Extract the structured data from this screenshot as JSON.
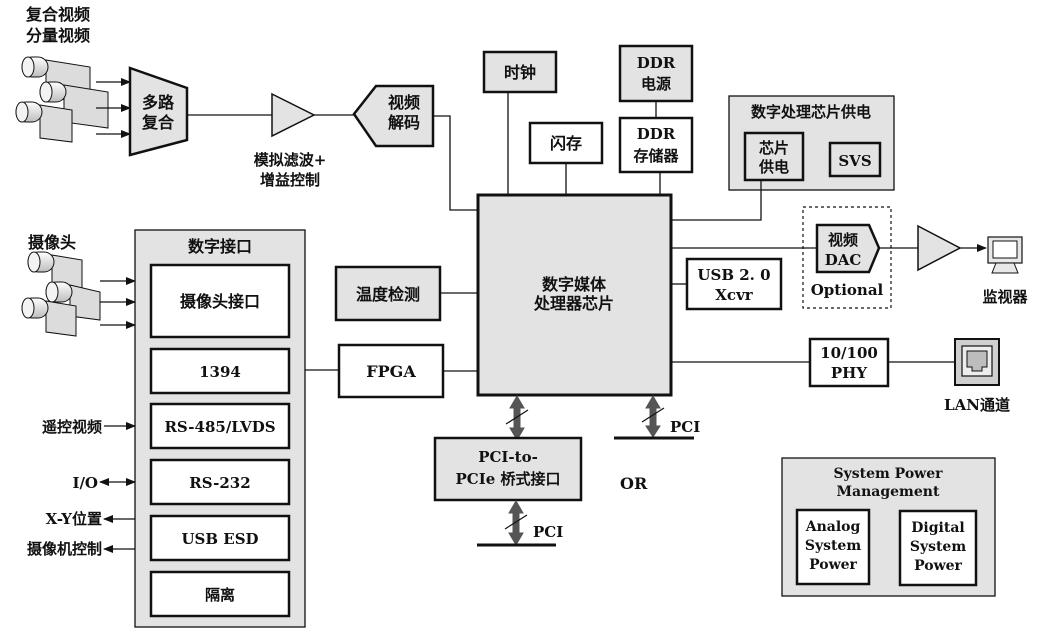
{
  "title": "数字媒体处理器芯片 系统框图",
  "colors": {
    "fill_gray": "#e3e3e3",
    "line": "#111111",
    "bus_arrow": "#555555"
  },
  "inputs": {
    "composite_video": [
      "复合视频",
      "分量视频"
    ],
    "camera": "摄像头",
    "remote_video": "遥控视频",
    "io": "I/O",
    "xy_position": "X-Y位置",
    "camera_control": "摄像机控制"
  },
  "analog_chain": {
    "mux": [
      "多路",
      "复合"
    ],
    "filter_label": [
      "模拟滤波+",
      "增益控制"
    ],
    "video_decoder": [
      "视频",
      "解码"
    ]
  },
  "peripherals": {
    "clock": "时钟",
    "flash": "闪存",
    "ddr_power": [
      "DDR",
      "电源"
    ],
    "ddr_memory": [
      "DDR",
      "存储器"
    ],
    "temp_sensor": "温度检测",
    "fpga": "FPGA",
    "usb": [
      "USB 2. 0",
      "Xcvr"
    ],
    "phy": [
      "10/100",
      "PHY"
    ],
    "lan": "LAN通道",
    "video_dac": [
      "视频",
      "DAC"
    ],
    "optional": "Optional",
    "monitor": "监视器"
  },
  "processor": [
    "数字媒体",
    "处理器芯片"
  ],
  "dsp_power": {
    "title": "数字处理芯片供电",
    "chip_power": [
      "芯片",
      "供电"
    ],
    "svs": "SVS"
  },
  "digital_interface": {
    "title": "数字接口",
    "items": [
      "摄像头接口",
      "1394",
      "RS-485/LVDS",
      "RS-232",
      "USB ESD",
      "隔离"
    ]
  },
  "pci": {
    "bridge": [
      "PCI-to-",
      "PCIe 桥式接口"
    ],
    "bus_label": "PCI",
    "or_label": "OR"
  },
  "system_power": {
    "title": [
      "System Power",
      "Management"
    ],
    "analog": [
      "Analog",
      "System",
      "Power"
    ],
    "digital": [
      "Digital",
      "System",
      "Power"
    ]
  }
}
